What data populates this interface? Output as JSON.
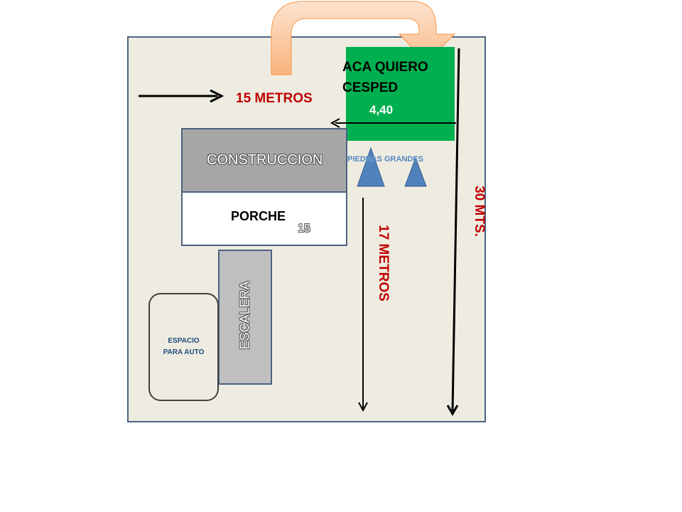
{
  "labels": {
    "width": "15 METROS",
    "lawn": [
      "ACA QUIERO",
      "CESPED"
    ],
    "lawn_width": "4,40",
    "construction": "CONSTRUCCION",
    "porch": "PORCHE",
    "porch_number": "15",
    "stones": "PIEDRAS GRANDES",
    "stairs": "ESCALERA",
    "car_space": [
      "ESPACIO",
      "PARA AUTO"
    ],
    "length_17": "17 METROS",
    "length_30": "30 MTS."
  },
  "colors": {
    "lot_fill": "#eeece1",
    "lot_border": "#4a6380",
    "lawn_green": "#00b050",
    "construction_gray": "#a6a6a6",
    "stairs_gray": "#bfbfbf",
    "stone_blue": "#4f81bd",
    "dimension_red": "#c00000",
    "arrow_orange": "#fac090"
  }
}
